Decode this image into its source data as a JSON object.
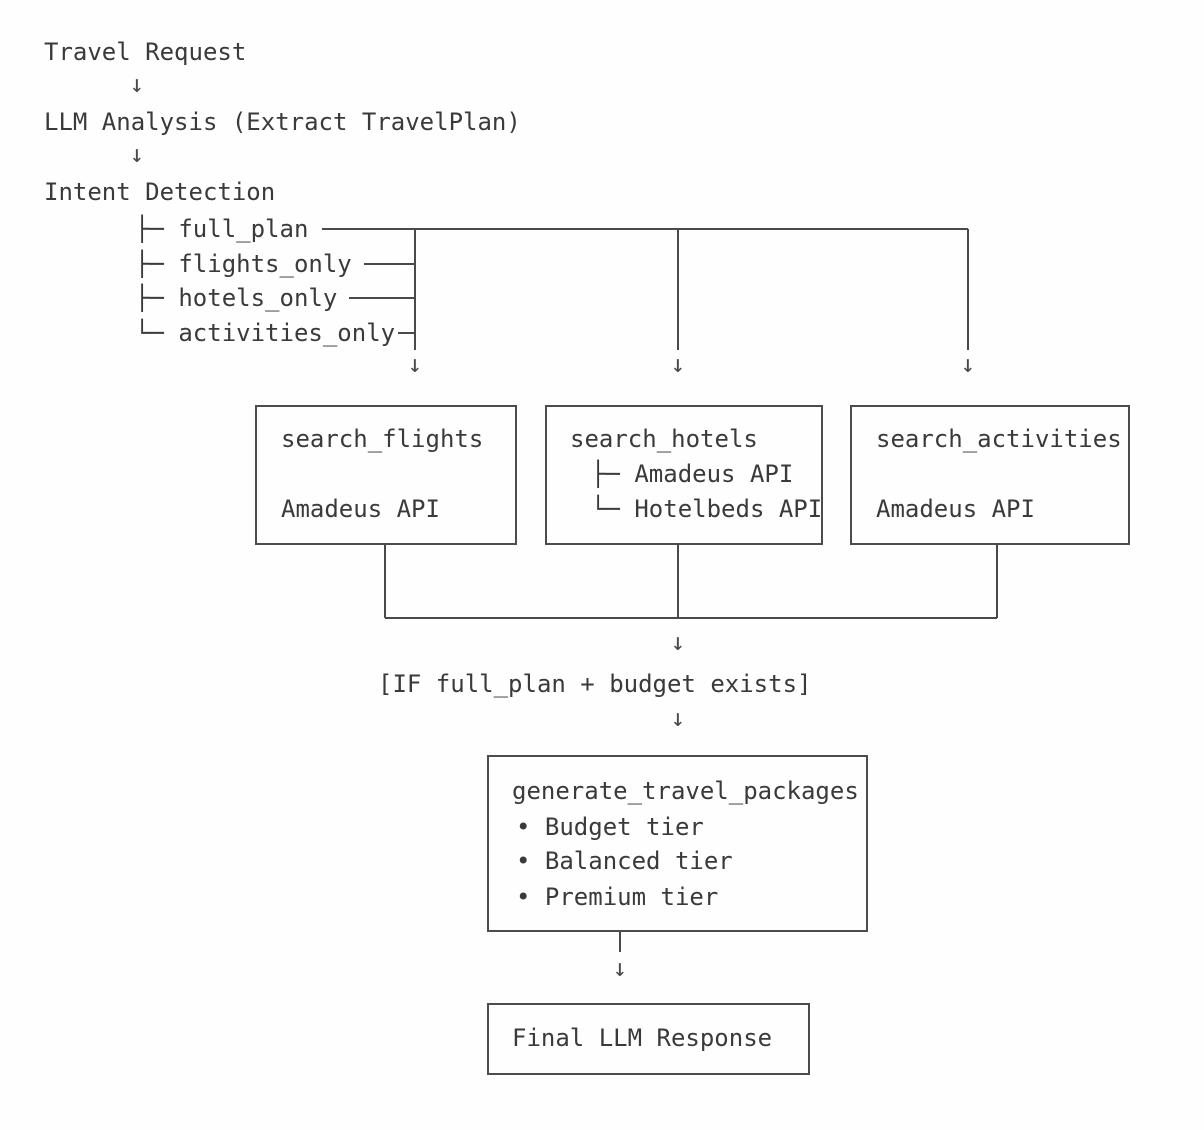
{
  "diagram": {
    "nodes": {
      "travel_request": "Travel Request",
      "llm_analysis": "LLM Analysis (Extract TravelPlan)",
      "intent_detection": "Intent Detection",
      "condition": "[IF full_plan + budget exists]",
      "final_response": "Final LLM Response"
    },
    "intent_tree": [
      {
        "glyph": "├─ ",
        "label": "full_plan"
      },
      {
        "glyph": "├─ ",
        "label": "flights_only"
      },
      {
        "glyph": "├─ ",
        "label": "hotels_only"
      },
      {
        "glyph": "└─ ",
        "label": "activities_only"
      }
    ],
    "tool_boxes": [
      {
        "title": "search_flights",
        "lines": [
          {
            "glyph": "",
            "label": "Amadeus API"
          }
        ]
      },
      {
        "title": "search_hotels",
        "lines": [
          {
            "glyph": "├─ ",
            "label": "Amadeus API"
          },
          {
            "glyph": "└─ ",
            "label": "Hotelbeds API"
          }
        ]
      },
      {
        "title": "search_activities",
        "lines": [
          {
            "glyph": "",
            "label": "Amadeus API"
          }
        ]
      }
    ],
    "package_box": {
      "title": "generate_travel_packages",
      "tiers": [
        "Budget tier",
        "Balanced tier",
        "Premium tier"
      ]
    },
    "glyphs": {
      "arrow_down": "↓",
      "bullet": "•"
    },
    "colors": {
      "text": "#3a3a3a",
      "line": "#4a4a4a",
      "background": "#ffffff"
    }
  }
}
